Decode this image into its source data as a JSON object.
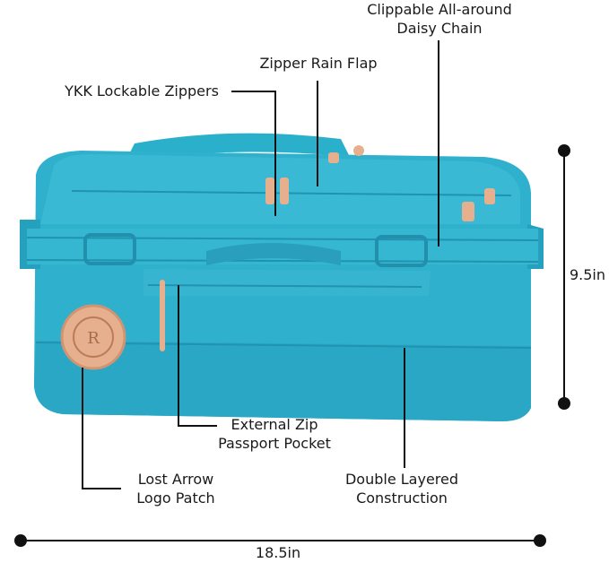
{
  "callouts": {
    "daisy_chain": [
      "Clippable All-around",
      "Daisy Chain"
    ],
    "rain_flap": "Zipper Rain Flap",
    "ykk": "YKK Lockable Zippers",
    "passport": [
      "External Zip",
      "Passport Pocket"
    ],
    "logo": [
      "Lost Arrow",
      "Logo Patch"
    ],
    "construction": [
      "Double Layered",
      "Construction"
    ]
  },
  "dimensions": {
    "height": "9.5in",
    "width": "18.5in"
  },
  "colors": {
    "bag": "#2fb0cc",
    "bag_dark": "#1f93b0",
    "bag_light": "#4cc3dc",
    "leather": "#e6b08e"
  }
}
